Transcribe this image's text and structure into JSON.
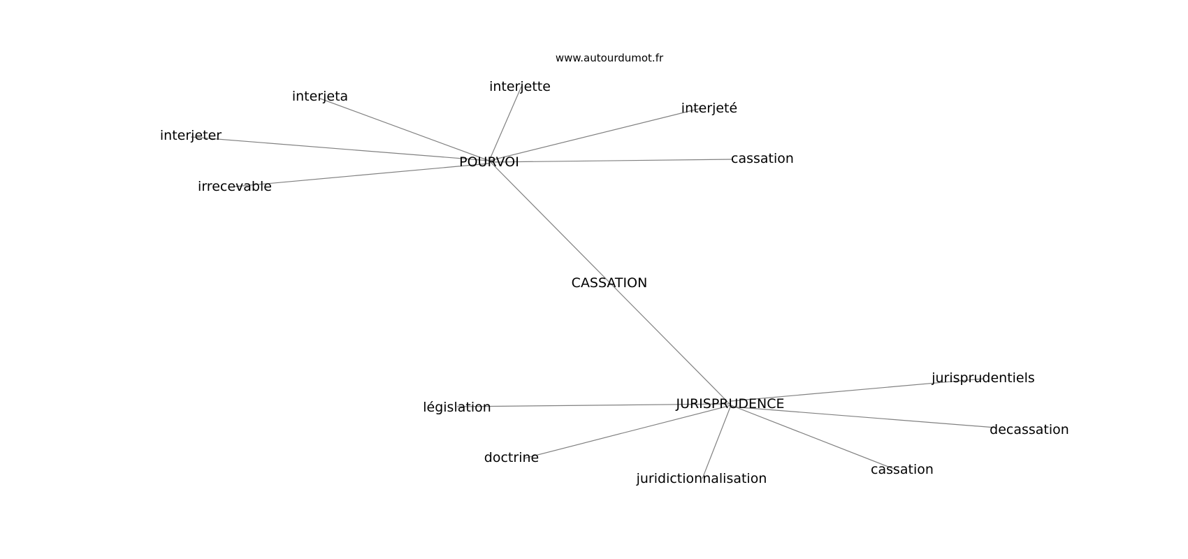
{
  "source": "www.autourdumot.fr",
  "center_word": "CASSATION",
  "hubs": {
    "pourvoi": "POURVOI",
    "jurisprudence": "JURISPRUDENCE"
  },
  "pourvoi_neighbors": {
    "interjeta": "interjeta",
    "interjette": "interjette",
    "interjete": "interjeté",
    "interjeter": "interjeter",
    "cassation": "cassation",
    "irrecevable": "irrecevable"
  },
  "jurisprudence_neighbors": {
    "jurisprudentiels": "jurisprudentiels",
    "legislation": "législation",
    "decassation": "decassation",
    "doctrine": "doctrine",
    "cassation": "cassation",
    "juridictionnalisation": "juridictionnalisation"
  }
}
